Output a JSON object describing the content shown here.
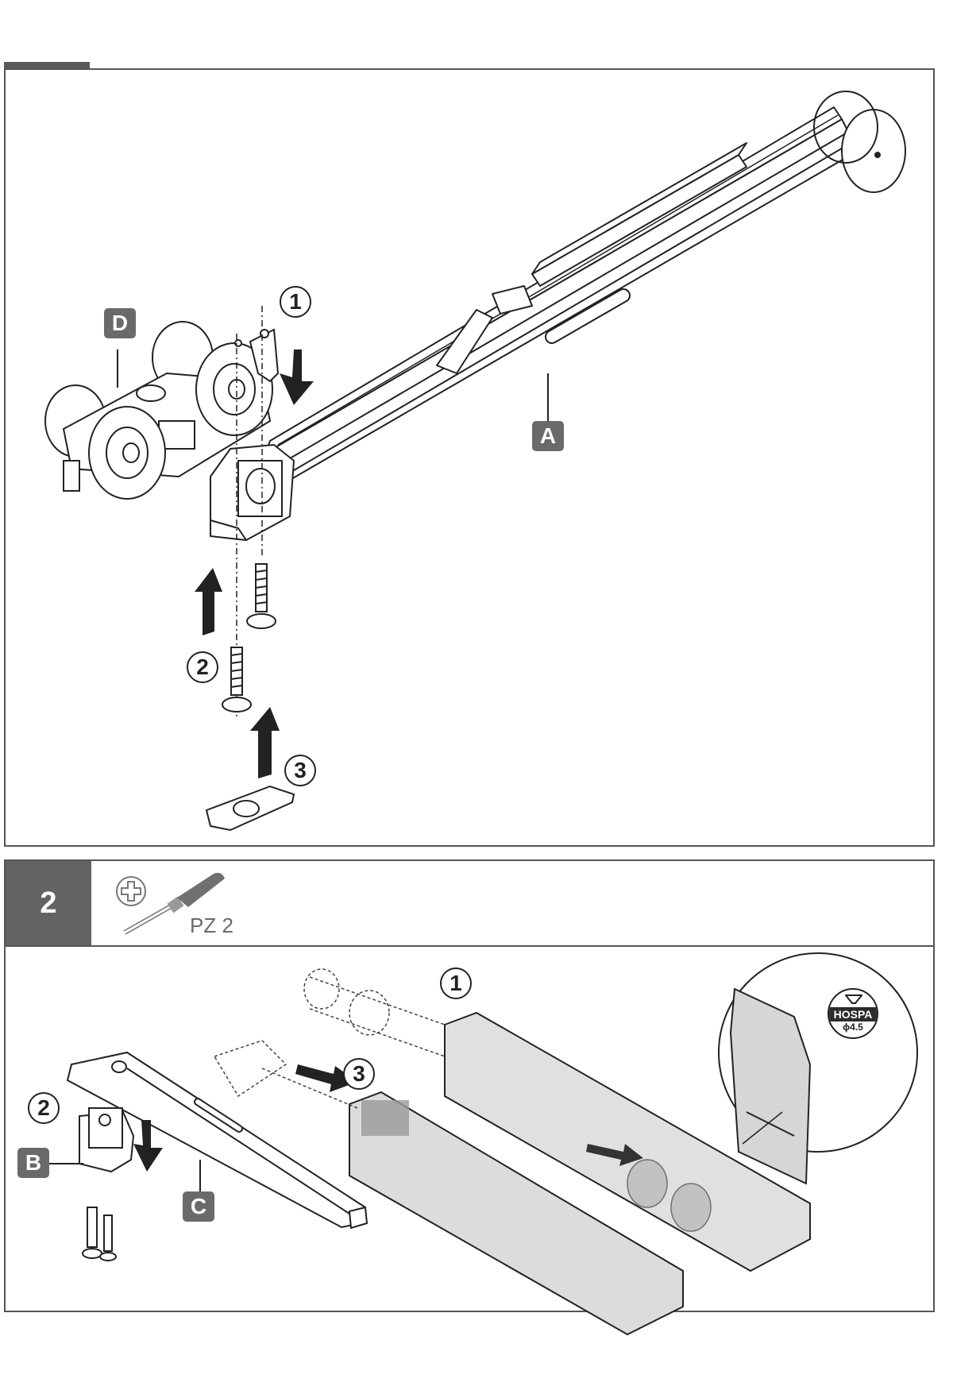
{
  "document": {
    "type": "assembly-instructions",
    "panels": [
      {
        "step_number": "",
        "callouts": [
          "1",
          "2",
          "3"
        ],
        "part_labels": [
          "D",
          "A"
        ],
        "description": "Attach roller carriage D to damper rail A; fix with screws; snap on cover clip"
      },
      {
        "step_number": "2",
        "tool": {
          "icon": "phillips-screwdriver-icon",
          "bit_symbol": "pozidriv-icon",
          "label": "PZ 2"
        },
        "callouts": [
          "1",
          "2",
          "3"
        ],
        "part_labels": [
          "B",
          "C"
        ],
        "detail_badge": {
          "brand": "HOSPA",
          "diameter": "ϕ4.5"
        },
        "description": "Mount stopper B and rail C into track profile"
      }
    ]
  },
  "colors": {
    "header_bg": "#636366",
    "label_bg": "#6a6a6c",
    "frame": "#555555",
    "shade": "#d9d9d9",
    "ink": "#222222"
  }
}
